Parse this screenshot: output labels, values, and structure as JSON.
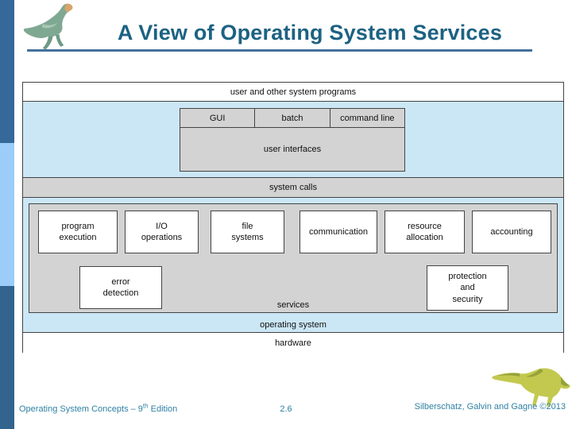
{
  "title": "A View of Operating System Services",
  "diagram": {
    "top_bar": "user and other system programs",
    "ui_cells": [
      "GUI",
      "batch",
      "command line"
    ],
    "ui_box": "user interfaces",
    "system_calls_bar": "system calls",
    "service_boxes": [
      "program\nexecution",
      "I/O\noperations",
      "file\nsystems",
      "communication",
      "resource\nallocation",
      "accounting"
    ],
    "error_box": "error\ndetection",
    "protection_box": "protection\nand\nsecurity",
    "services_label": "services",
    "os_label": "operating system",
    "hardware_bar": "hardware"
  },
  "footer": {
    "book": "Operating System Concepts – 9",
    "edition_sup": "th",
    "edition_tail": " Edition",
    "page": "2.6",
    "authors": "Silberschatz, Galvin and Gagne ©2013"
  },
  "icons": {
    "header_logo": "dinosaur-logo",
    "footer_mascot": "dinosaur-mascot"
  },
  "colors": {
    "title_text": "#1C6282",
    "accent_underline": "#44719B",
    "sidebar_dark_top": "#36689A",
    "sidebar_light": "#9BCDF8",
    "sidebar_dark_bottom": "#32648E",
    "diagram_blue": "#CBE7F6",
    "diagram_gray": "#D3D3D3",
    "box_border": "#444444",
    "footer_text": "#2F81A3"
  }
}
